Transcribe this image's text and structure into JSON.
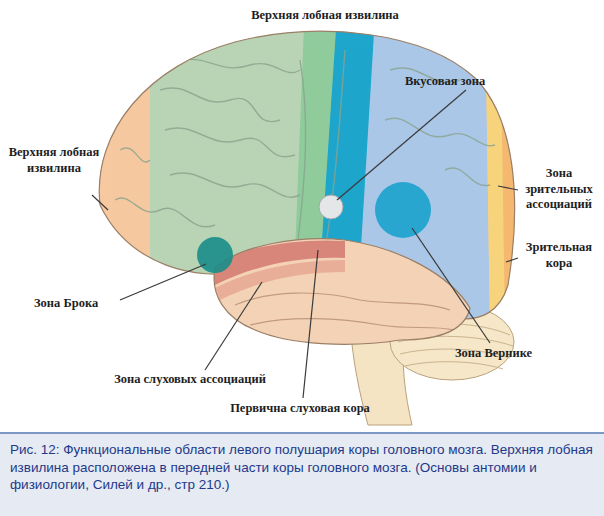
{
  "diagram": {
    "caption": "Рис. 12: Функциональные области левого полушария коры головного мозга. Верхняя лобная извилина расположена в передней части коры головного мозга. (Основы антомии и физиологии, Силей и др., стр 210.)",
    "labels": [
      "Верхняя лобная извилина",
      "Вкусовая зона",
      "Верхняя лобная извилина",
      "Зона зрительных ассоциаций",
      "Зрительная кора",
      "Зона Брока",
      "Зона Вернике",
      "Зона слуховых ассоциаций",
      "Первична слуховая кора"
    ]
  }
}
